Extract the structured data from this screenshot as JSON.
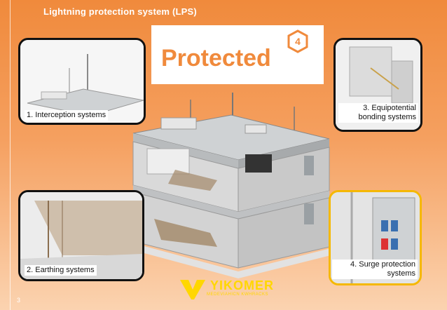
{
  "slide": {
    "title": "Lightning protection system (LPS)",
    "protected_word": "Protected",
    "badge_number": "4",
    "page_number": "3"
  },
  "panels": [
    {
      "label": "1. Interception systems"
    },
    {
      "label": "2. Earthing systems"
    },
    {
      "label_line1": "3. Equipotential",
      "label_line2": "bonding systems"
    },
    {
      "label_line1": "4. Surge protection",
      "label_line2": "systems"
    }
  ],
  "logo": {
    "word": "YIKOMER",
    "sub": "MEDEVIAHICN KWHRACKS"
  },
  "colors": {
    "accent": "#f08a3c",
    "frame_dark": "#111111",
    "frame_yellow": "#f5b800",
    "logo": "#ffd700"
  }
}
